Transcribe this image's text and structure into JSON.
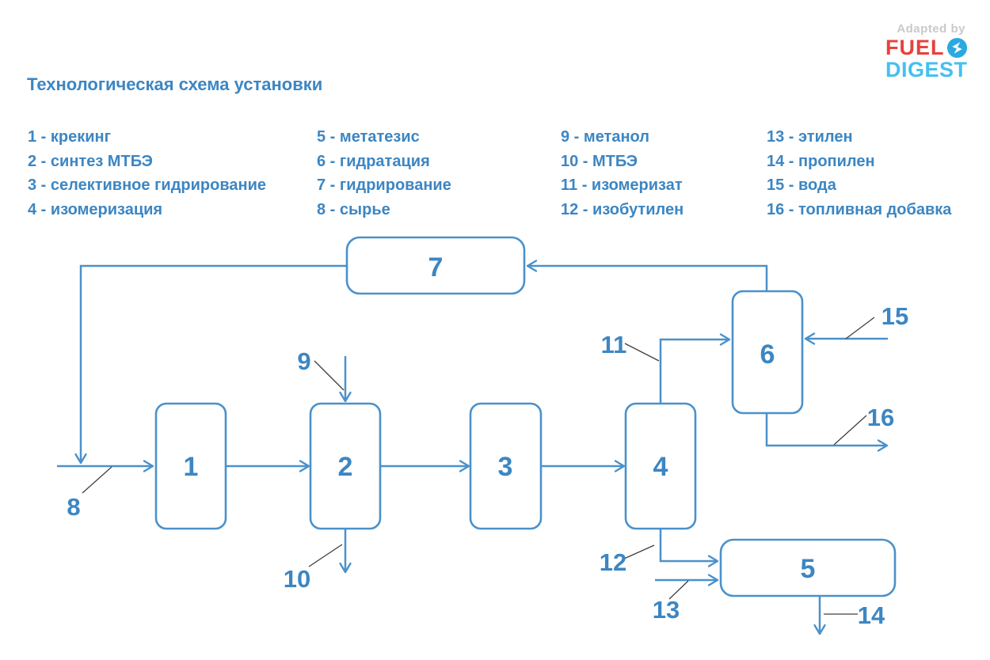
{
  "logo": {
    "adapted_by": "Adapted by",
    "brand_line1": "FUEL",
    "brand_line2": "DIGEST",
    "colors": {
      "adapted": "#c9c9c9",
      "fuel": "#e8413c",
      "digest": "#45c0f0",
      "icon": "#2ba9e0"
    }
  },
  "title": "Технологическая схема установки",
  "legend": {
    "columns": [
      {
        "items": [
          "1 - крекинг",
          "2 - синтез МТБЭ",
          "3 - селективное гидрирование",
          "4 - изомеризация"
        ]
      },
      {
        "items": [
          "5 - метатезис",
          "6 - гидратация",
          "7 - гидрирование",
          "8 - сырье"
        ]
      },
      {
        "items": [
          "9 - метанол",
          "10 - МТБЭ",
          "11 - изомеризат",
          "12 - изобутилен"
        ]
      },
      {
        "items": [
          "13 - этилен",
          "14 - пропилен",
          "15 - вода",
          "16 - топливная добавка"
        ]
      }
    ]
  },
  "diagram": {
    "boxes": [
      {
        "label": "1"
      },
      {
        "label": "2"
      },
      {
        "label": "3"
      },
      {
        "label": "4"
      },
      {
        "label": "5"
      },
      {
        "label": "6"
      },
      {
        "label": "7"
      }
    ],
    "streams": [
      {
        "label": "8"
      },
      {
        "label": "9"
      },
      {
        "label": "10"
      },
      {
        "label": "11"
      },
      {
        "label": "12"
      },
      {
        "label": "13"
      },
      {
        "label": "14"
      },
      {
        "label": "15"
      },
      {
        "label": "16"
      }
    ],
    "colors": {
      "line": "#4a91cb",
      "text": "#3c86c3",
      "pointer": "#404040"
    }
  }
}
